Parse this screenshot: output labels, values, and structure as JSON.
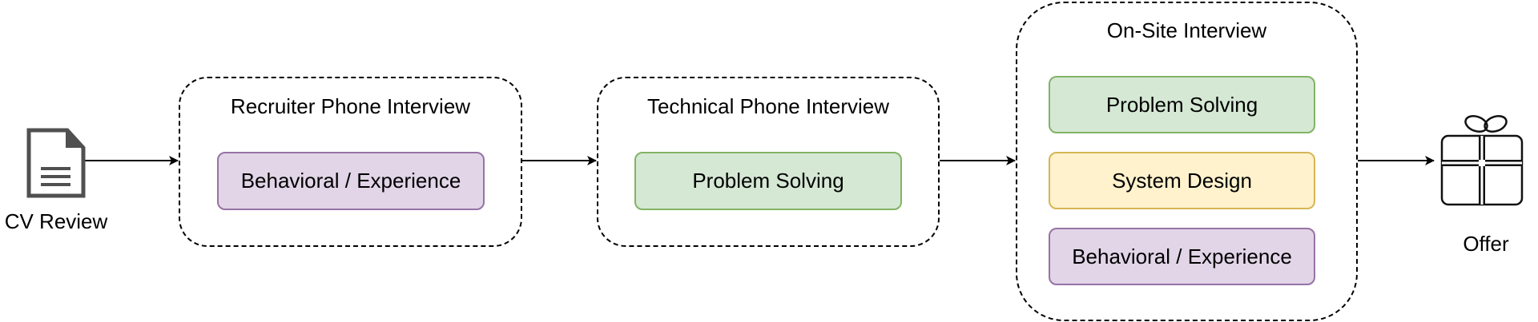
{
  "diagram": {
    "start": {
      "label": "CV Review",
      "icon": "document-icon"
    },
    "stages": [
      {
        "title": "Recruiter Phone Interview",
        "items": [
          {
            "label": "Behavioral / Experience",
            "kind": "behavioral"
          }
        ]
      },
      {
        "title": "Technical Phone Interview",
        "items": [
          {
            "label": "Problem Solving",
            "kind": "problem"
          }
        ]
      },
      {
        "title": "On-Site Interview",
        "items": [
          {
            "label": "Problem Solving",
            "kind": "problem"
          },
          {
            "label": "System Design",
            "kind": "design"
          },
          {
            "label": "Behavioral / Experience",
            "kind": "behavioral"
          }
        ]
      }
    ],
    "end": {
      "label": "Offer",
      "icon": "gift-icon"
    }
  },
  "colors": {
    "problem_fill": "#d5e8d4",
    "problem_stroke": "#82b366",
    "design_fill": "#fff2cc",
    "design_stroke": "#d6b656",
    "behavioral_fill": "#e1d5e7",
    "behavioral_stroke": "#9673a6",
    "icon_gray": "#505050"
  }
}
